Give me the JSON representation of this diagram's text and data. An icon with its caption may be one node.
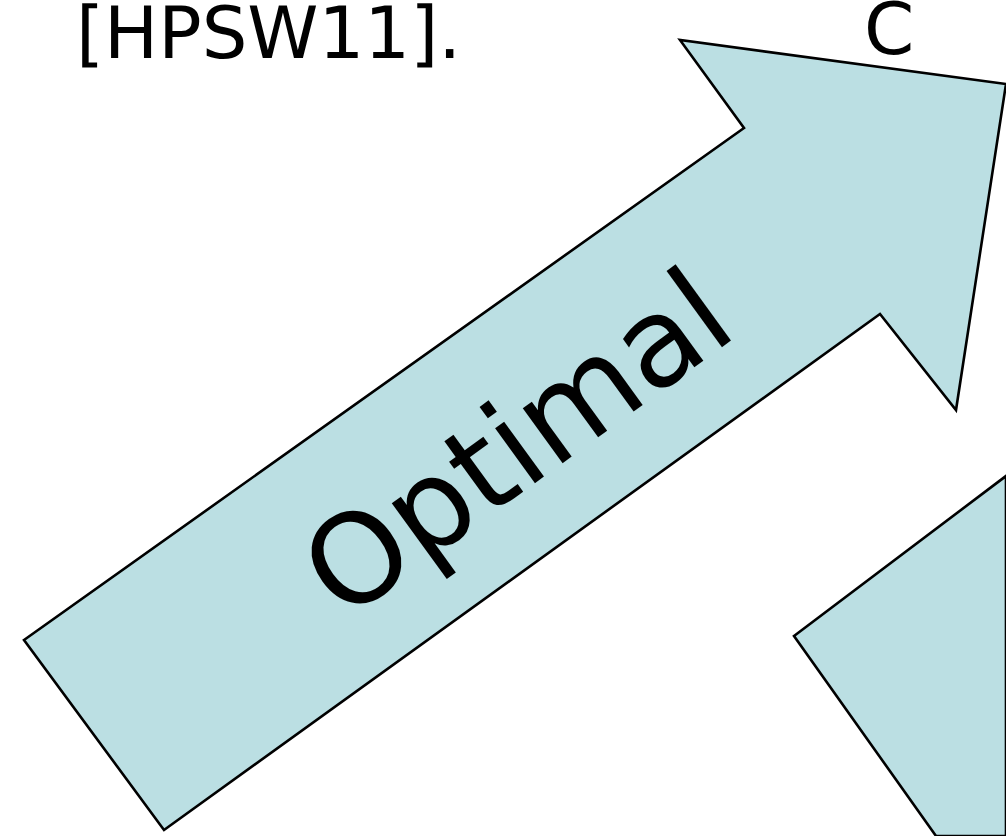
{
  "diagram": {
    "nodes": [
      {
        "text": [
          "Optimal"
        ]
      },
      {
        "text": [],
        "shape": "arrow"
      }
    ],
    "labels": [
      "[HPSW11].",
      "C"
    ]
  }
}
